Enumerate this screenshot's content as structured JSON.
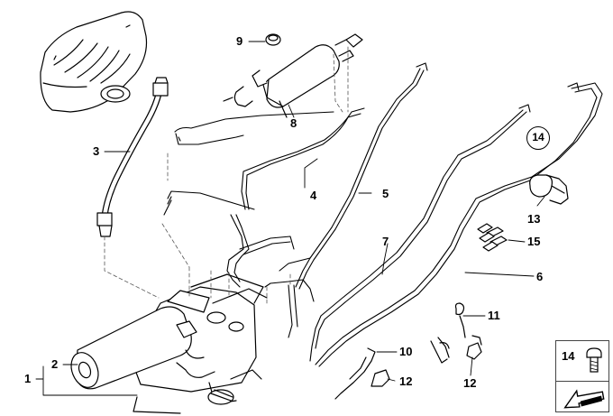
{
  "diagram": {
    "callouts": [
      {
        "id": "1",
        "text": "1"
      },
      {
        "id": "2",
        "text": "2"
      },
      {
        "id": "3",
        "text": "3"
      },
      {
        "id": "4",
        "text": "4"
      },
      {
        "id": "5",
        "text": "5"
      },
      {
        "id": "6",
        "text": "6"
      },
      {
        "id": "7",
        "text": "7"
      },
      {
        "id": "8",
        "text": "8"
      },
      {
        "id": "9",
        "text": "9"
      },
      {
        "id": "10",
        "text": "10"
      },
      {
        "id": "11",
        "text": "11"
      },
      {
        "id": "12a",
        "text": "12"
      },
      {
        "id": "12b",
        "text": "12"
      },
      {
        "id": "13",
        "text": "13"
      },
      {
        "id": "14",
        "text": "14"
      },
      {
        "id": "15",
        "text": "15"
      }
    ],
    "legend_inset": {
      "part_number": "14"
    }
  }
}
